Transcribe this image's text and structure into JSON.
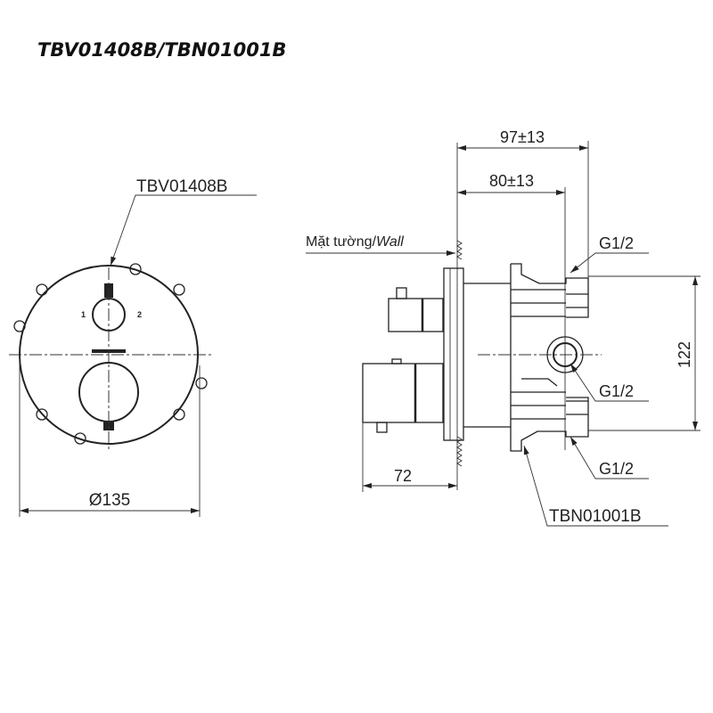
{
  "title": "TBV01408B/TBN01001B",
  "front_view": {
    "part_label": "TBV01408B",
    "diameter_label": "Ø135",
    "mark_left": "1",
    "mark_right": "2"
  },
  "side_view": {
    "dim_total": "97±13",
    "dim_inner": "80±13",
    "wall_label_vi": "Mặt tường/",
    "wall_label_en": "Wall",
    "thread_top": "G1/2",
    "thread_middle": "G1/2",
    "thread_bottom": "G1/2",
    "dim_height": "122",
    "dim_handle": "72",
    "part_label": "TBN01001B"
  }
}
